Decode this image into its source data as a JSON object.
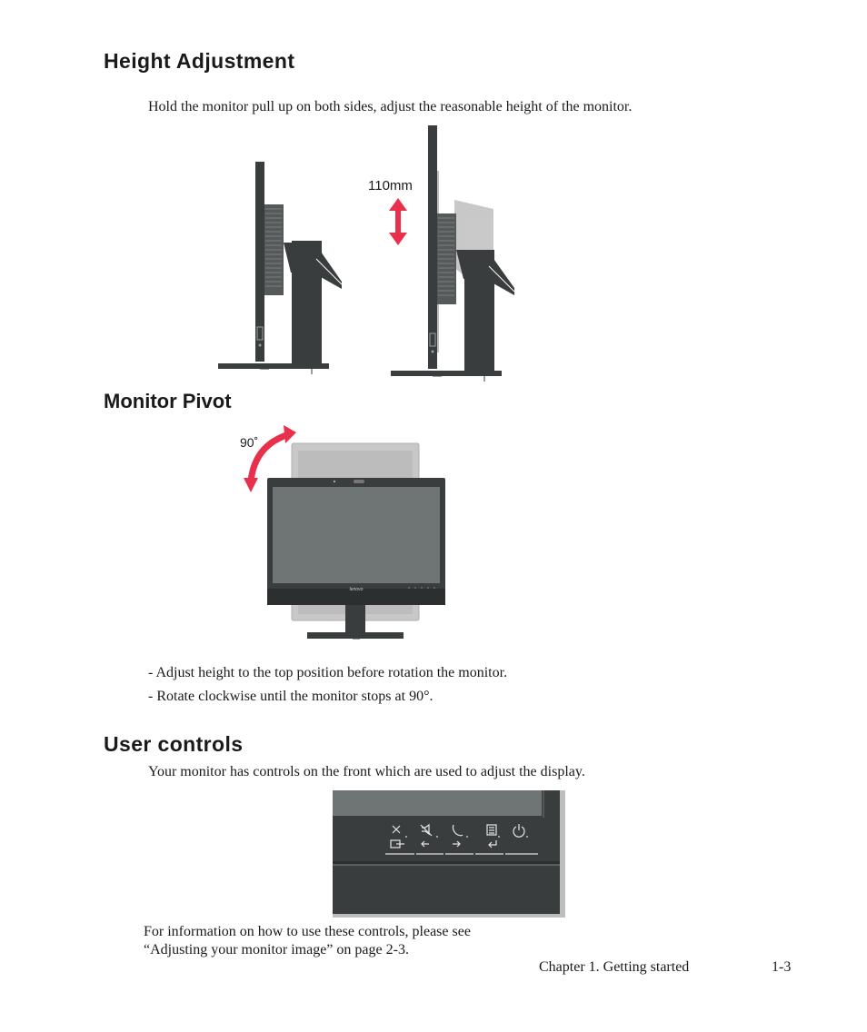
{
  "sections": {
    "height_adjustment": {
      "title": "Height Adjustment",
      "description": "Hold the monitor pull up on both sides, adjust the reasonable height of the monitor.",
      "figure_label": "110mm"
    },
    "monitor_pivot": {
      "title": "Monitor Pivot",
      "figure_label": "90˚",
      "brand_text": "lenovo",
      "notes": [
        "- Adjust height to the top position before rotation the monitor.",
        "- Rotate clockwise until the monitor stops at 90°."
      ]
    },
    "user_controls": {
      "title": "User controls",
      "description": "Your monitor has controls on the front which are used to adjust the display.",
      "info_line1": "For information on how to use these controls, please see",
      "info_line2": "“Adjusting your monitor image” on page 2-3."
    }
  },
  "footer": {
    "chapter": "Chapter 1. Getting started",
    "page": "1-3"
  },
  "colors": {
    "accent_arrow": "#e8304c",
    "monitor_dark": "#3a3d3d",
    "monitor_ghost": "#c8c8c8"
  }
}
